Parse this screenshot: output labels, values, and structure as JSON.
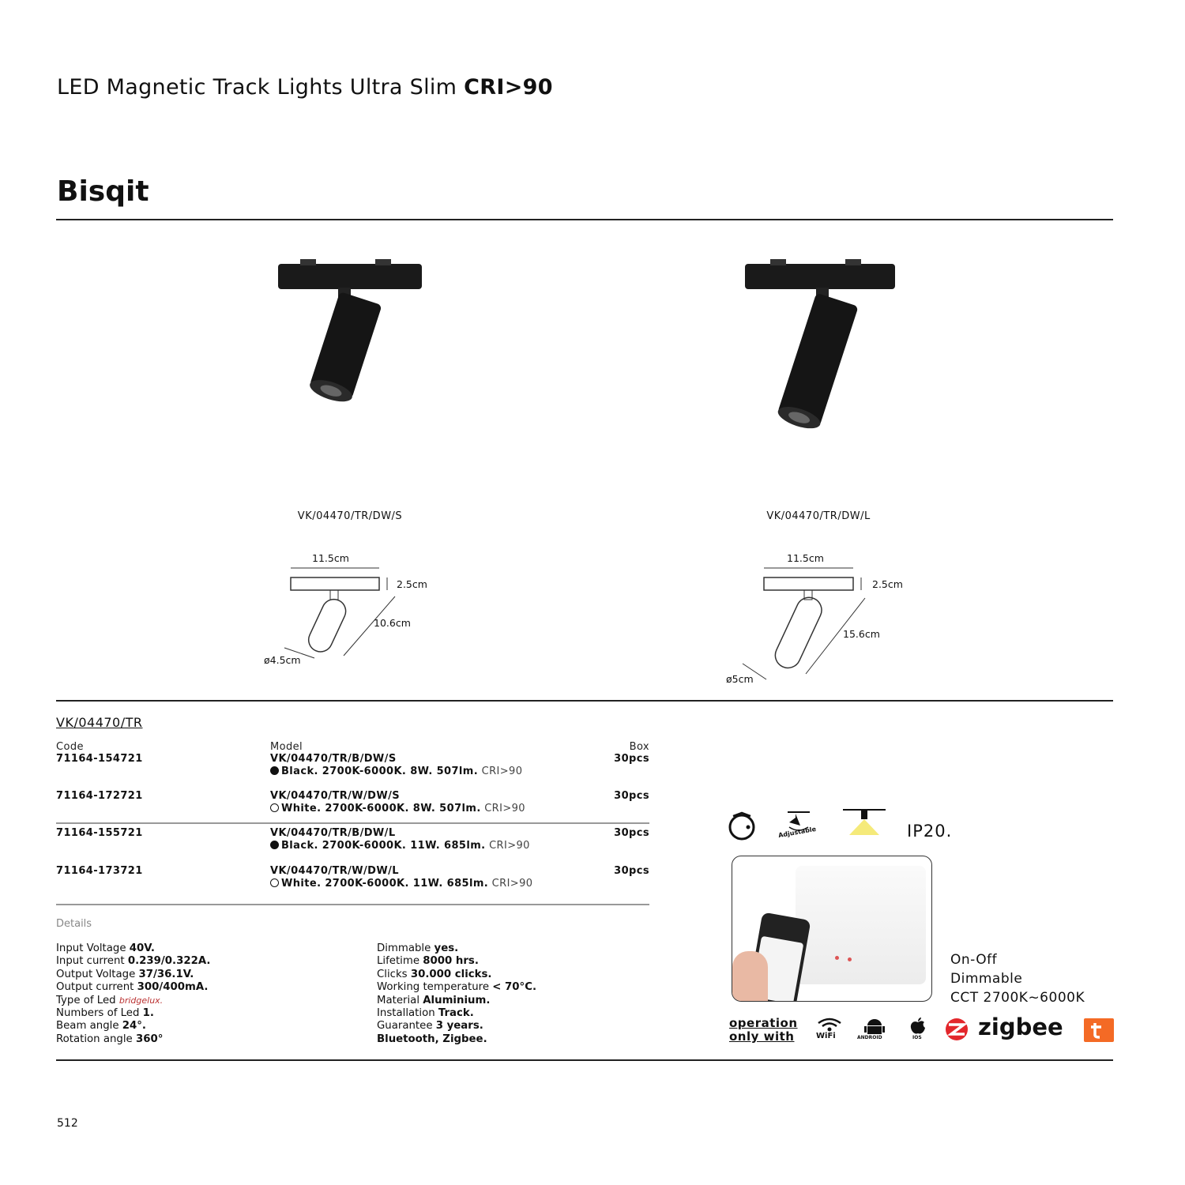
{
  "header": {
    "subtitle": "LED Magnetic Track Lights Ultra Slim",
    "subtitle_bold": "CRI>90",
    "title": "Bisqit"
  },
  "products": [
    {
      "label": "VK/04470/TR/DW/S",
      "width": "11.5cm",
      "height": "2.5cm",
      "length": "10.6cm",
      "diameter": "ø4.5cm"
    },
    {
      "label": "VK/04470/TR/DW/L",
      "width": "11.5cm",
      "height": "2.5cm",
      "length": "15.6cm",
      "diameter": "ø5cm"
    }
  ],
  "table": {
    "heading": "VK/04470/TR",
    "columns": {
      "code": "Code",
      "model": "Model",
      "box": "Box"
    },
    "rows": [
      {
        "code": "71164-154721",
        "model": "VK/04470/TR/B/DW/S",
        "color": "black",
        "desc": "Black. 2700K-6000K. 8W. 507lm.",
        "cri": "CRI>90",
        "box": "30pcs"
      },
      {
        "code": "71164-172721",
        "model": "VK/04470/TR/W/DW/S",
        "color": "white",
        "desc": "White. 2700K-6000K. 8W. 507lm.",
        "cri": "CRI>90",
        "box": "30pcs"
      },
      {
        "code": "71164-155721",
        "model": "VK/04470/TR/B/DW/L",
        "color": "black",
        "desc": "Black. 2700K-6000K. 11W. 685lm.",
        "cri": "CRI>90",
        "box": "30pcs"
      },
      {
        "code": "71164-173721",
        "model": "VK/04470/TR/W/DW/L",
        "color": "white",
        "desc": "White. 2700K-6000K. 11W. 685lm.",
        "cri": "CRI>90",
        "box": "30pcs"
      }
    ]
  },
  "details": {
    "title": "Details",
    "left": [
      {
        "k": "Input Voltage",
        "v": "40V."
      },
      {
        "k": "Input current",
        "v": "0.239/0.322A."
      },
      {
        "k": "Output Voltage",
        "v": "37/36.1V."
      },
      {
        "k": "Output current",
        "v": "300/400mA."
      },
      {
        "k": "Type of Led",
        "v": "bridgelux."
      },
      {
        "k": "Numbers of Led",
        "v": "1."
      },
      {
        "k": "Beam angle",
        "v": "24°."
      },
      {
        "k": "Rotation angle",
        "v": "360°"
      }
    ],
    "right": [
      {
        "k": "Dimmable",
        "v": "yes."
      },
      {
        "k": "Lifetime",
        "v": "8000 hrs."
      },
      {
        "k": "Clicks",
        "v": "30.000 clicks."
      },
      {
        "k": "Working temperature",
        "v": "< 70°C."
      },
      {
        "k": "Material",
        "v": "Aluminium."
      },
      {
        "k": "Installation",
        "v": "Track."
      },
      {
        "k": "Guarantee",
        "v": "3 years."
      },
      {
        "k": "",
        "v": "Bluetooth, Zigbee."
      }
    ]
  },
  "features": {
    "adjustable": "Adjustable",
    "ip": "IP20.",
    "smart": [
      "On-Off",
      "Dimmable",
      "CCT 2700K~6000K"
    ],
    "operation": [
      "operation",
      "only with"
    ],
    "wifi": "WiFi",
    "android": "ANDROID",
    "ios": "IOS",
    "zigbee": "zigbee",
    "colors": {
      "zigbee_red": "#e3262b",
      "tuya_orange": "#f46a25",
      "beam_yellow": "#f5ea7a"
    }
  },
  "footer": {
    "page_number": "512"
  }
}
